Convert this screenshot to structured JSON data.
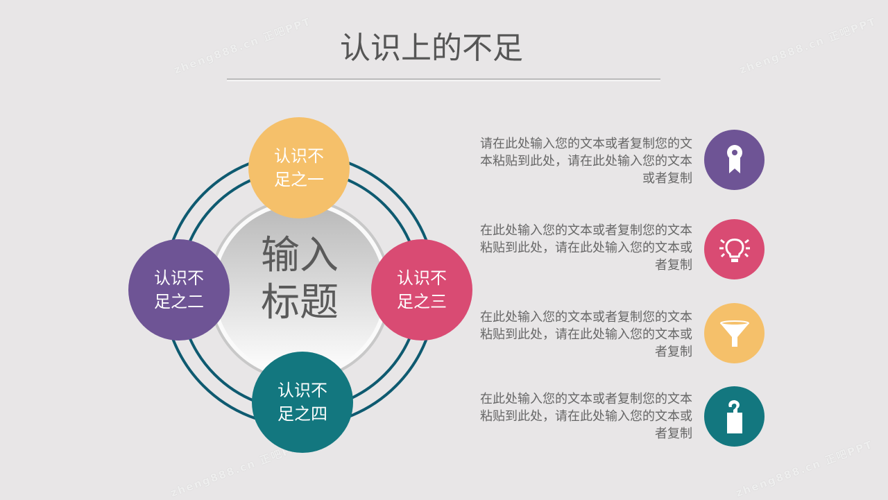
{
  "slide": {
    "title": "认识上的不足"
  },
  "diagram": {
    "center_title": "输入标题",
    "nodes": [
      {
        "label": "认识不足之一",
        "color": "#f5c06a"
      },
      {
        "label": "认识不足之二",
        "color": "#6e5495"
      },
      {
        "label": "认识不足之三",
        "color": "#d94b73"
      },
      {
        "label": "认识不足之四",
        "color": "#13777f"
      }
    ],
    "ring_color": "#0e5a70"
  },
  "items": [
    {
      "text": "请在此处输入您的文本或者复制您的文本粘贴到此处，请在此处输入您的文本或者复制",
      "icon": "award-ribbon-icon",
      "color": "#6e5495"
    },
    {
      "text": "在此处输入您的文本或者复制您的文本粘贴到此处，请在此处输入您的文本或者复制",
      "icon": "lightbulb-icon",
      "color": "#d94b73"
    },
    {
      "text": "在此处输入您的文本或者复制您的文本粘贴到此处，请在此处输入您的文本或者复制",
      "icon": "funnel-icon",
      "color": "#f5c06a"
    },
    {
      "text": "在此处输入您的文本或者复制您的文本粘贴到此处，请在此处输入您的文本或者复制",
      "icon": "door-hanger-icon",
      "color": "#13777f"
    }
  ],
  "watermark": "zheng888.cn 正吧PPT"
}
